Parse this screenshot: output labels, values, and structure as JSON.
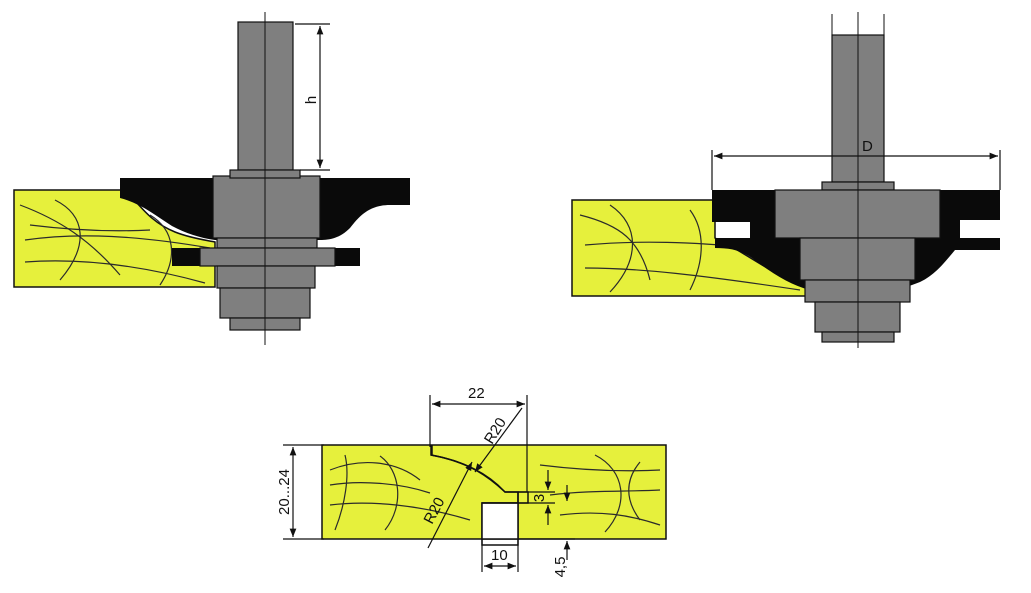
{
  "colors": {
    "wood": "#e6f03c",
    "cutter_steel": "#7f7f7f",
    "profile_black": "#0a0a0a",
    "line": "#111111"
  },
  "labels": {
    "shank_height": "h",
    "cutter_diameter": "D",
    "groove_depth": "22",
    "radius_top": "R20",
    "radius_bottom": "R20",
    "thickness_range": "20...24",
    "gap_3": "3",
    "tongue_10": "10",
    "offset_45": "4,5"
  }
}
